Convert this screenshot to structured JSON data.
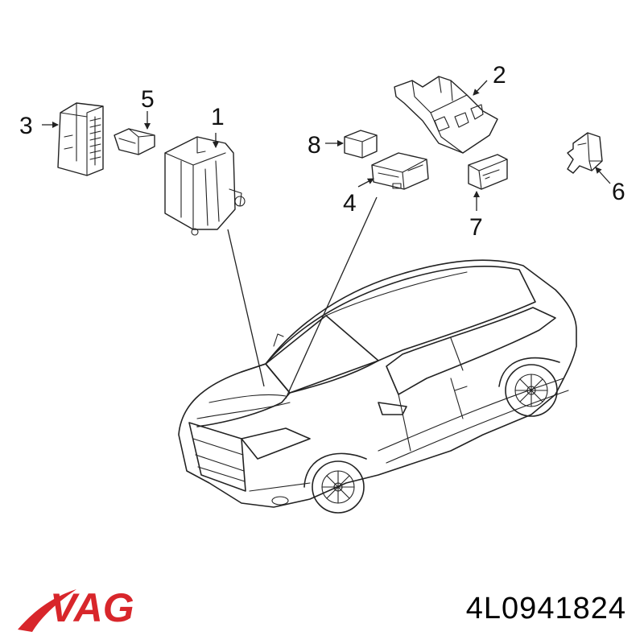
{
  "brand": {
    "logo_text": "VAG",
    "logo_color": "#d8262b"
  },
  "part_number": "4L0941824",
  "callouts": [
    {
      "id": "1",
      "label": "1"
    },
    {
      "id": "2",
      "label": "2"
    },
    {
      "id": "3",
      "label": "3"
    },
    {
      "id": "4",
      "label": "4"
    },
    {
      "id": "5",
      "label": "5"
    },
    {
      "id": "6",
      "label": "6"
    },
    {
      "id": "7",
      "label": "7"
    },
    {
      "id": "8",
      "label": "8"
    }
  ]
}
